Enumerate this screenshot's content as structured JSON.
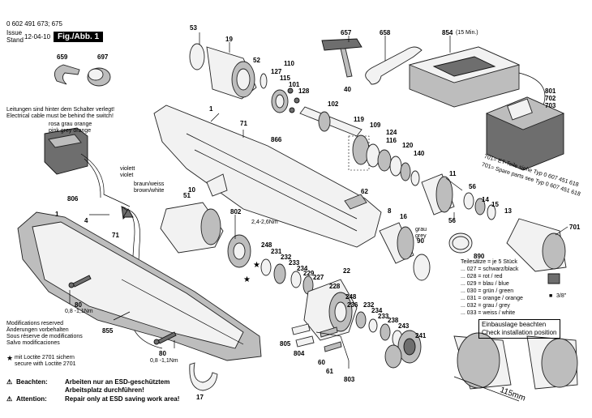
{
  "header": {
    "part_number": "0 602 491 673; 675",
    "issue_label": "Issue",
    "issue_label_de": "Stand",
    "issue_date": "12-04-10",
    "figure_label": "Fig./Abb. 1"
  },
  "notes": {
    "wiring_de": "Leitungen sind hinter dem Schalter verlegt!",
    "wiring_en": "Electrical cable must be behind the switch!",
    "colors_de": "rosa grau orange",
    "colors_en": "pink grey orange",
    "violet": "violett violet",
    "brown_white": "braun/weiss brown/white",
    "grau_grey": "grau grey",
    "torque_1": "2,4-2,6Nm",
    "torque_2": "0,8 -1,1Nm",
    "torque_3": "0,8 -1,1Nm",
    "charger_note": "(15 Min.)",
    "spare_part_701": "701= ET-Teile siehe Typ 0 607 451 618",
    "spare_part_701_en": "701= Spare parts see Typ 0 607 451 618",
    "sets_label": "Teilesätze = je 5 Stück",
    "sets": [
      "... 027 = schwarz/black",
      "... 028 = rot / red",
      "... 029 = blau / blue",
      "... 030 = grün / green",
      "... 031 = orange / orange",
      "... 032 = grau / grey",
      "... 033 = weiss / white"
    ],
    "drive_size": "3/8\"",
    "install_box_de": "Einbauslage beachten",
    "install_box_en": "Check installation position",
    "dimension": "115mm"
  },
  "footer": {
    "mods": [
      "Modifications reserved",
      "Änderungen vorbehalten",
      "Sous réserve de modifications",
      "Salvo modificaciones"
    ],
    "loctite_de": "mit Loctite 2701 sichern",
    "loctite_en": "secure with Loctite 2701",
    "esd_de_label": "Beachten:",
    "esd_de_1": "Arbeiten nur an ESD-geschütztem",
    "esd_de_2": "Arbeitsplatz durchführen!",
    "esd_en_label": "Attention:",
    "esd_en": "Repair only at ESD saving work area!"
  },
  "callouts": {
    "c53": "53",
    "c19": "19",
    "c52": "52",
    "c657": "657",
    "c658": "658",
    "c854": "854",
    "c659": "659",
    "c697": "697",
    "c110": "110",
    "c127": "127",
    "c115": "115",
    "c101": "101",
    "c128": "128",
    "c40": "40",
    "c102": "102",
    "c801": "801",
    "c702": "702",
    "c703": "703",
    "c1a": "1",
    "c71a": "71",
    "c866": "866",
    "c119": "119",
    "c109": "109",
    "c124": "124",
    "c116": "116",
    "c120": "120",
    "c140": "140",
    "c806": "806",
    "c4": "4",
    "c10": "10",
    "c51": "51",
    "c62": "62",
    "c11": "11",
    "c56a": "56",
    "c14": "14",
    "c15": "15",
    "c13": "13",
    "c56b": "56",
    "c8": "8",
    "c16": "16",
    "c90": "90",
    "c701": "701",
    "c1b": "1",
    "c71b": "71",
    "c802": "802",
    "c248a": "248",
    "c231": "231",
    "c232": "232",
    "c233": "233",
    "c234": "234",
    "c229": "229",
    "c227": "227",
    "c22": "22",
    "c890": "890",
    "c80a": "80",
    "c228": "228",
    "c248b": "248",
    "c236": "236",
    "c232b": "232",
    "c234b": "234",
    "c233b": "233",
    "c238": "238",
    "c243": "243",
    "c241": "241",
    "c855": "855",
    "c80b": "80",
    "c805": "805",
    "c804": "804",
    "c60": "60",
    "c61": "61",
    "c803": "803",
    "c17": "17"
  }
}
